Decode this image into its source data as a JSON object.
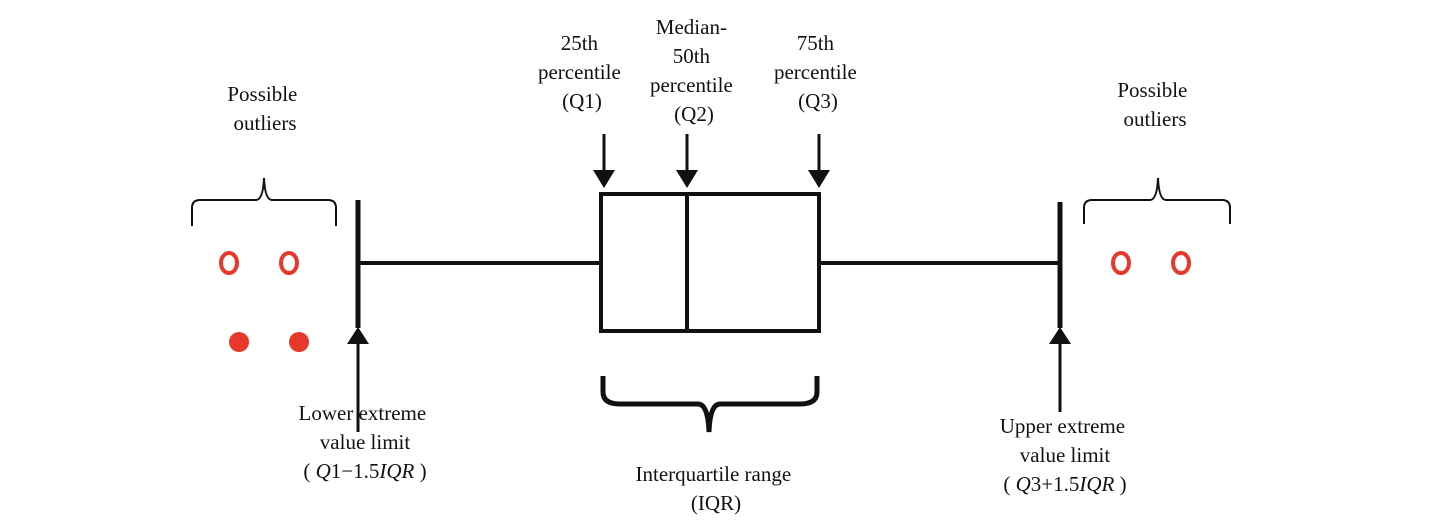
{
  "colors": {
    "stroke": "#111111",
    "outlier": "#e8372b"
  },
  "labels": {
    "q1": [
      "25th",
      "percentile",
      "(Q1)"
    ],
    "median": [
      "Median-",
      "50th",
      "percentile",
      "(Q2)"
    ],
    "q3": [
      "75th",
      "percentile",
      "(Q3)"
    ],
    "outliers_left": [
      "Possible",
      "outliers"
    ],
    "outliers_right": [
      "Possible",
      "outliers"
    ],
    "lower_limit": [
      "Lower extreme",
      "value limit"
    ],
    "upper_limit": [
      "Upper extreme",
      "value limit"
    ],
    "lower_formula": {
      "open": "( ",
      "q": "Q",
      "rest": "1−1.5",
      "iqr": "IQR",
      "close": " )"
    },
    "upper_formula": {
      "open": "( ",
      "q": "Q",
      "rest": "3+1.5",
      "iqr": "IQR",
      "close": " )"
    },
    "iqr": [
      "Interquartile range",
      "(IQR)"
    ]
  },
  "outliers": {
    "left": {
      "open_count": 2,
      "filled_count": 2
    },
    "right": {
      "open_count": 2,
      "filled_count": 0
    }
  }
}
